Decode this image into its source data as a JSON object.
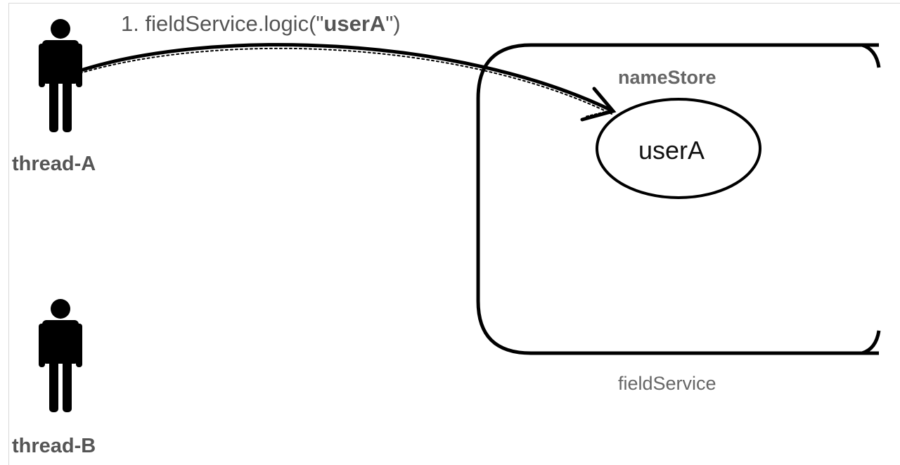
{
  "threads": [
    {
      "name": "thread-A"
    },
    {
      "name": "thread-B"
    }
  ],
  "call": {
    "prefix": "1. fieldService.logic(\"",
    "argument": "userA",
    "suffix": "\")"
  },
  "service": {
    "name": "fieldService",
    "field_name": "nameStore",
    "field_value": "userA"
  },
  "icons": [
    "person-icon",
    "person-icon",
    "hand-drawn-arrow"
  ]
}
